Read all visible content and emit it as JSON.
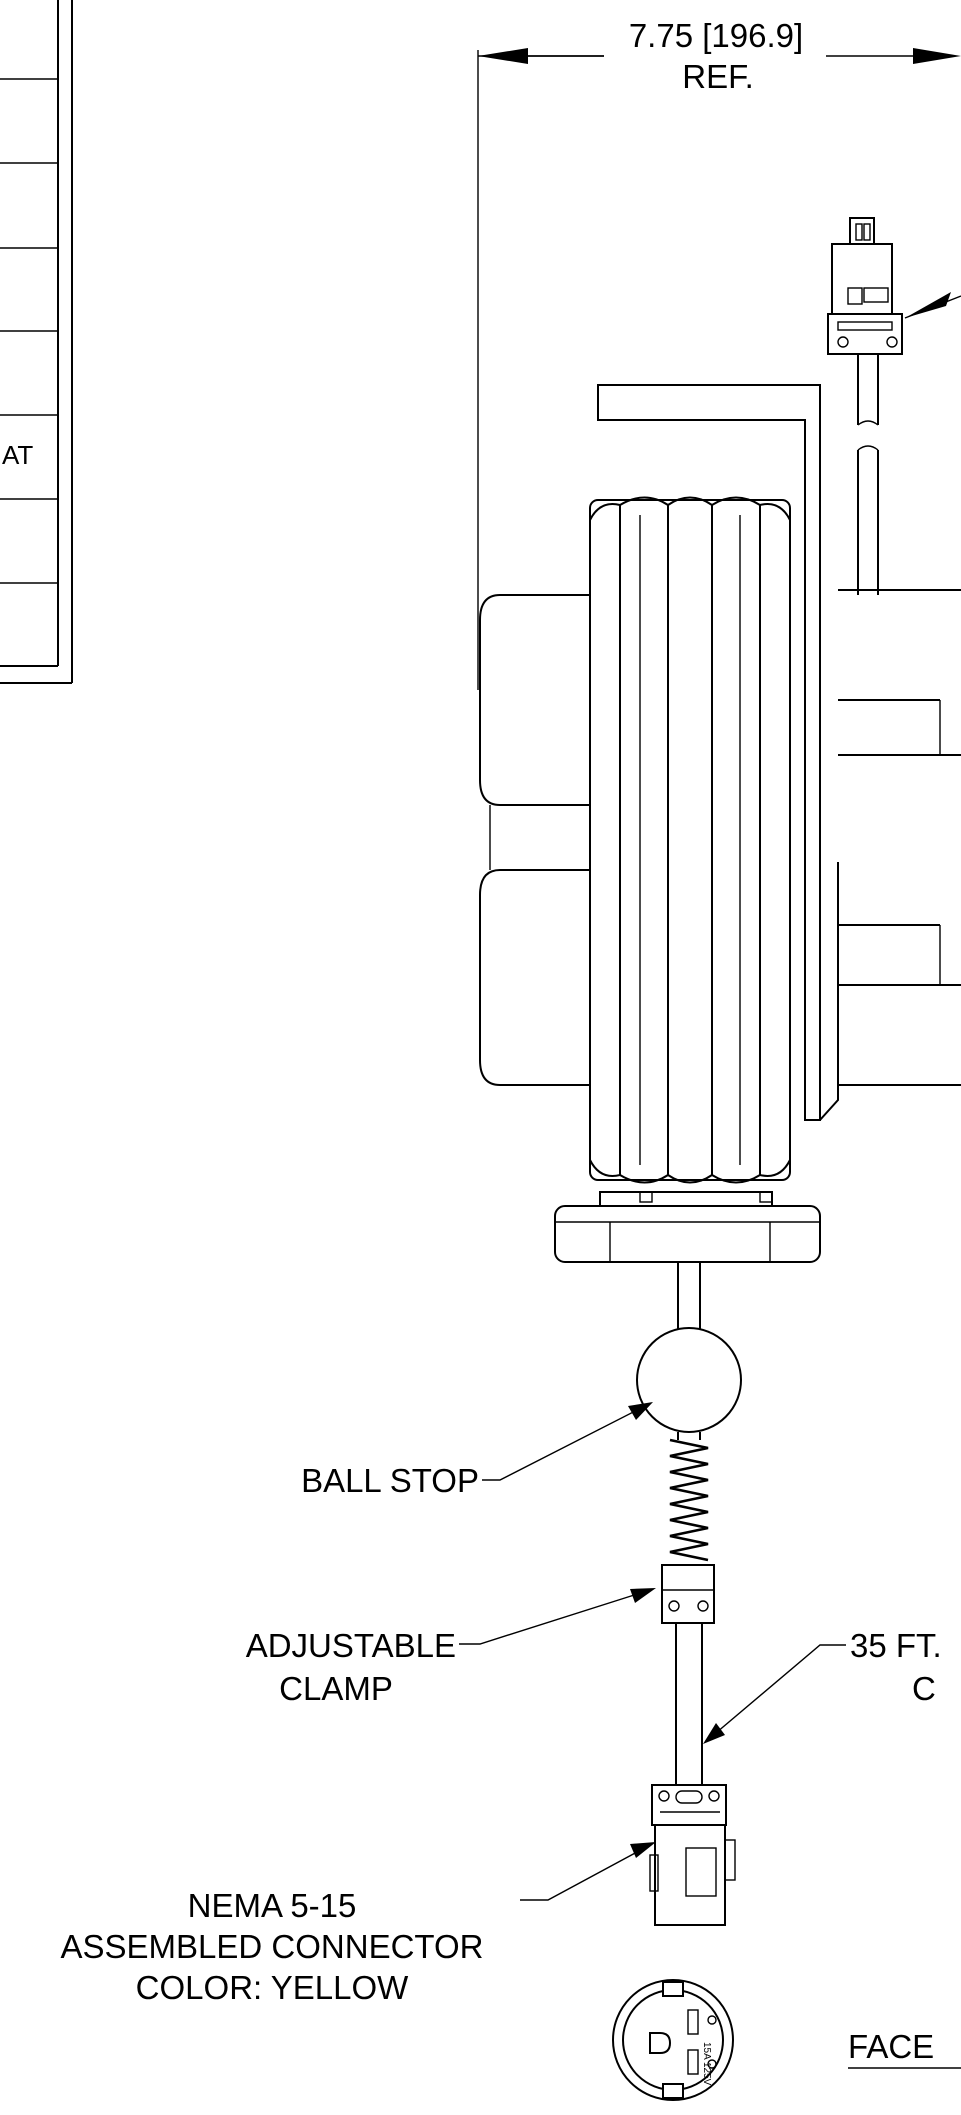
{
  "dimension": {
    "value": "7.75 [196.9]",
    "note": "REF."
  },
  "table": {
    "visible_cell_text": "AT"
  },
  "callouts": {
    "ball_stop": "BALL STOP",
    "clamp_line1": "ADJUSTABLE",
    "clamp_line2": "CLAMP",
    "cord_line1": "35 FT.",
    "cord_line2": "C",
    "connector_line1": "NEMA 5-15",
    "connector_line2": "ASSEMBLED CONNECTOR",
    "connector_line3": "COLOR: YELLOW",
    "face_view": "FACE"
  },
  "receptacle": {
    "rating_top": "15A",
    "rating_bottom": "125V"
  }
}
